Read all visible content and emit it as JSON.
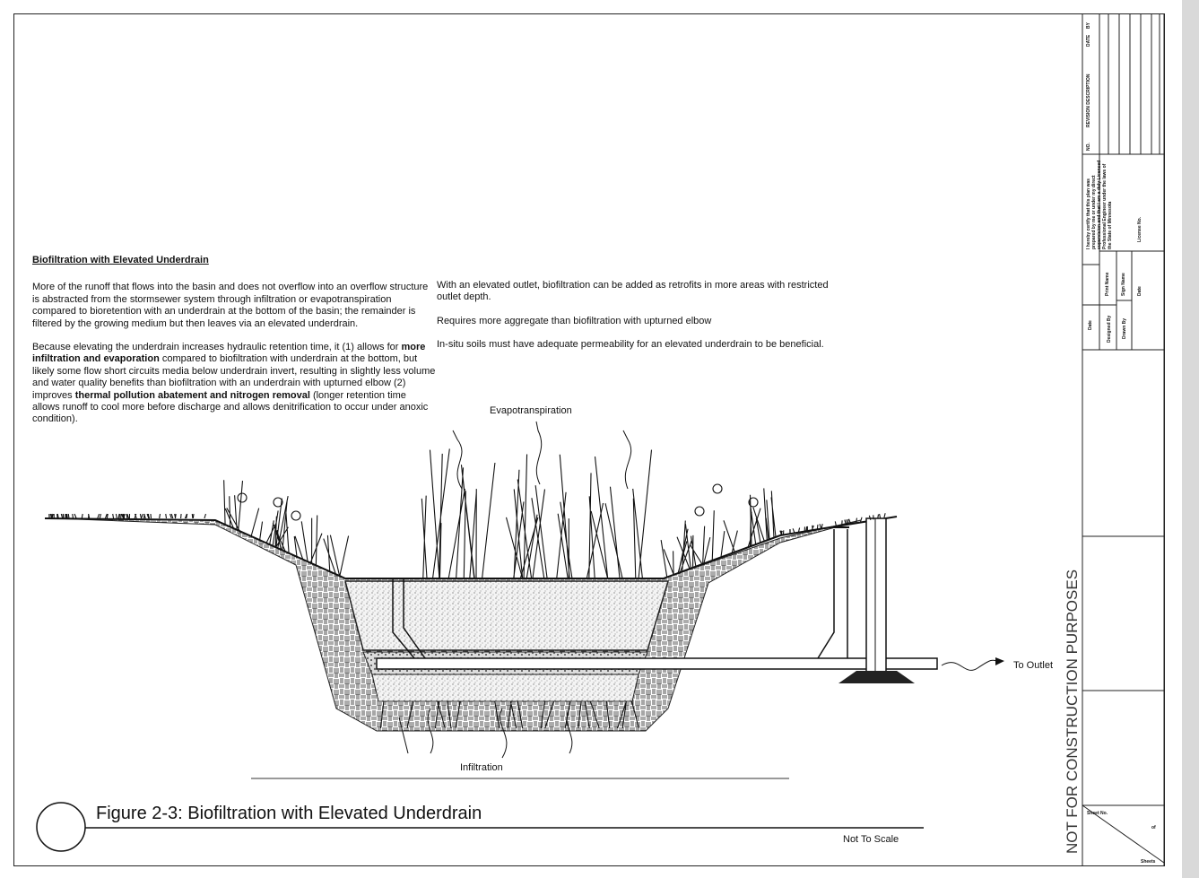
{
  "heading": "Biofiltration with Elevated Underdrain",
  "left_text": {
    "p1": "More of the runoff that flows into the basin and does not overflow into an overflow structure is abstracted from the stormsewer system through infiltration or evapotranspiration compared to bioretention with an underdrain at the bottom of the basin; the remainder is filtered by the growing medium but then leaves via an elevated underdrain.",
    "p2_a": "Because elevating the underdrain increases hydraulic retention time, it (1) allows for ",
    "p2_b": "more infiltration and evaporation",
    "p2_c": " compared to biofiltration with underdrain at the bottom, but likely some flow short circuits media below underdrain invert, resulting in slightly less volume and water quality benefits than biofiltration with an underdrain with upturned elbow (2) improves ",
    "p2_d": "thermal pollution abatement and nitrogen removal",
    "p2_e": " (longer retention time allows runoff to cool more before discharge and allows denitrification to occur under anoxic condition)."
  },
  "right_text": [
    "With an elevated outlet, biofiltration can be added as retrofits in more areas with restricted outlet depth.",
    "Requires more aggregate than biofiltration with upturned elbow",
    "In-situ soils must have adequate permeability for an elevated underdrain to be beneficial."
  ],
  "labels": {
    "evapotranspiration": "Evapotranspiration",
    "infiltration": "Infiltration",
    "to_outlet": "To Outlet"
  },
  "figure": {
    "caption": "Figure 2-3: Biofiltration with Elevated Underdrain",
    "scale": "Not To Scale"
  },
  "stamp": "NOT FOR CONSTRUCTION PURPOSES",
  "title_block": {
    "rev_no": "NO.",
    "rev_desc": "REVISION DESCRIPTION",
    "rev_date": "DATE",
    "rev_by": "BY",
    "certification": "I hereby certify that this plan was prepared by me or under my direct supervision and that I am a duly Licensed Professional Engineer under the laws of the State of Minnesota",
    "print_name": "Print Name",
    "sign_name": "Sign Name",
    "date_label": "Date",
    "license_no": "License No.",
    "date": "Date",
    "designed_by": "Designed By",
    "drawn_by": "Drawn By",
    "sheet_no": "Sheet No.",
    "of": "of",
    "sheets": "Sheets"
  }
}
